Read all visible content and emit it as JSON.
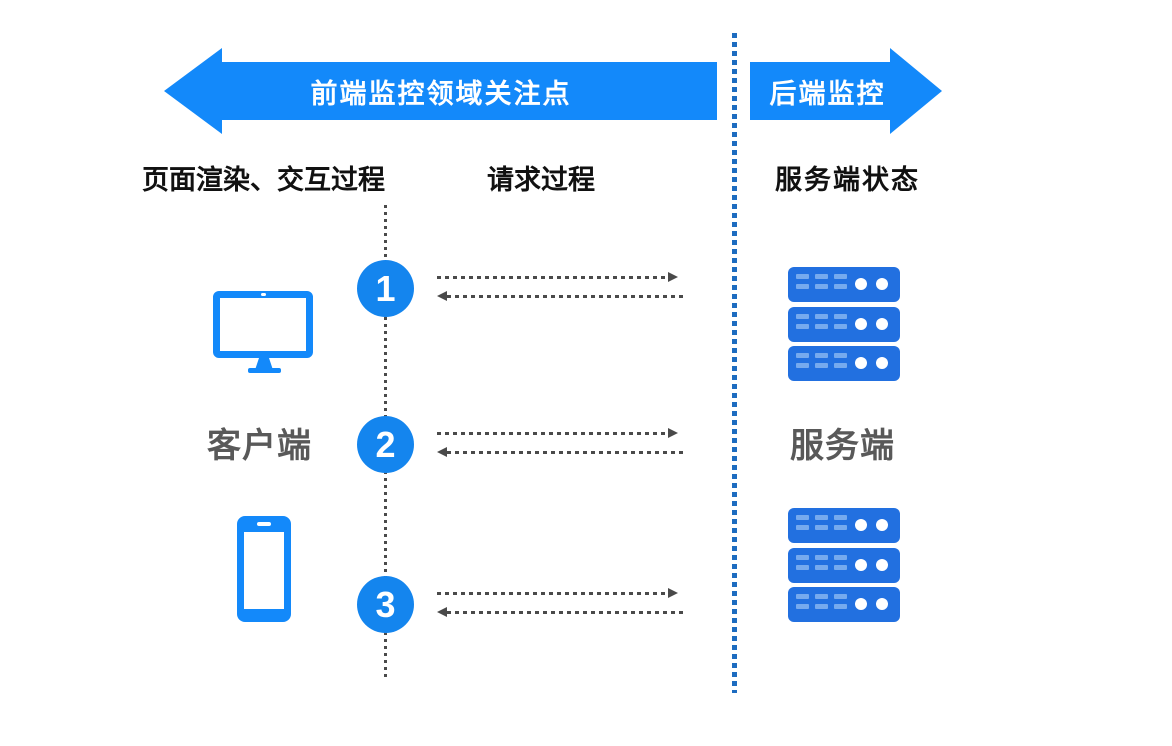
{
  "diagram": {
    "frontend_scope_label": "前端监控领域关注点",
    "backend_scope_label": "后端监控",
    "column_labels": {
      "page_render": "页面渲染、交互过程",
      "request": "请求过程",
      "server_status": "服务端状态"
    },
    "client_label": "客户端",
    "server_label": "服务端",
    "steps": [
      {
        "number": "1"
      },
      {
        "number": "2"
      },
      {
        "number": "3"
      }
    ],
    "icons": {
      "client_top": "desktop-monitor-icon",
      "client_bottom": "smartphone-icon",
      "server_top": "server-stack-icon",
      "server_bottom": "server-stack-icon"
    },
    "colors": {
      "accent_blue": "#1389fa",
      "step_circle_blue": "#1485ee",
      "server_blue": "#2270e0",
      "server_dash_blue": "#76aaee",
      "divider_dot_blue": "#1d6cc0",
      "dashed_arrow_gray": "#4a4a4a",
      "side_label_gray": "#595959",
      "column_label_black": "#111111"
    }
  }
}
